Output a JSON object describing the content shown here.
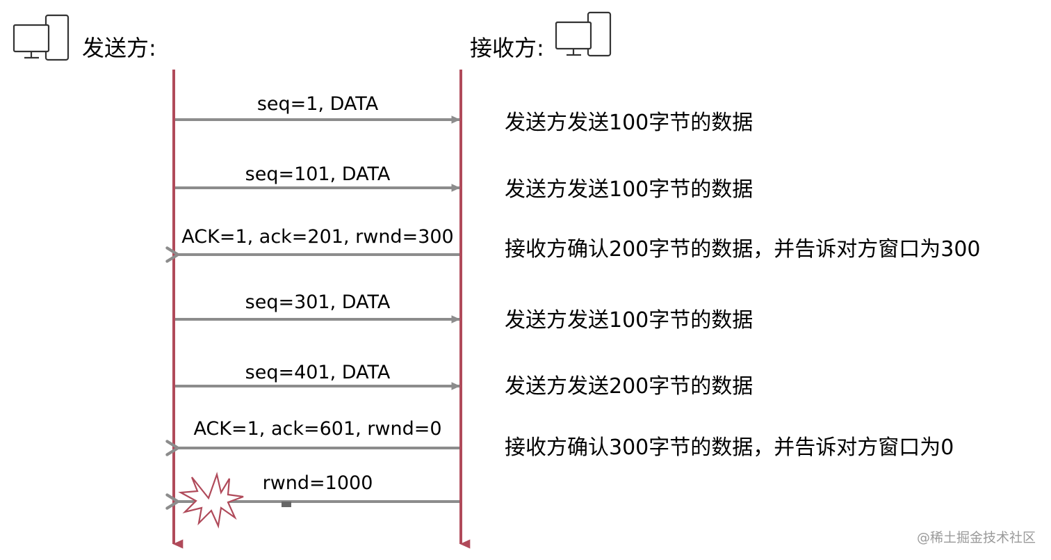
{
  "sender": {
    "label": "发送方:",
    "icon": "computer-icon"
  },
  "receiver": {
    "label": "接收方:",
    "icon": "computer-icon"
  },
  "messages": [
    {
      "label": "seq=1, DATA",
      "direction": "to-receiver",
      "note": "发送方发送100字节的数据"
    },
    {
      "label": "seq=101, DATA",
      "direction": "to-receiver",
      "note": "发送方发送100字节的数据"
    },
    {
      "label": "ACK=1, ack=201, rwnd=300",
      "direction": "to-sender",
      "note": "接收方确认200字节的数据，并告诉对方窗口为300"
    },
    {
      "label": "seq=301, DATA",
      "direction": "to-receiver",
      "note": "发送方发送100字节的数据"
    },
    {
      "label": "seq=401, DATA",
      "direction": "to-receiver",
      "note": "发送方发送200字节的数据"
    },
    {
      "label": "ACK=1, ack=601, rwnd=0",
      "direction": "to-sender",
      "note": "接收方确认300字节的数据，并告诉对方窗口为0"
    },
    {
      "label": "rwnd=1000",
      "direction": "to-sender",
      "note": "",
      "lost": true
    }
  ],
  "colors": {
    "lifeline": "#b04a5a",
    "arrow": "#8c8c8c",
    "loss_burst": "#b04a5a",
    "text": "#1a1a1a"
  },
  "watermark": "@稀土掘金技术社区"
}
